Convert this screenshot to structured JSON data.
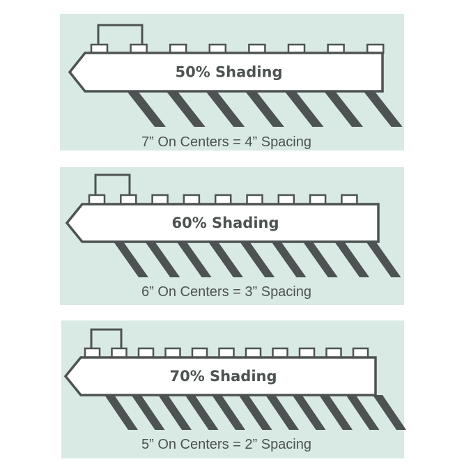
{
  "colors": {
    "page_background": "#ffffff",
    "panel_background": "#d9e9e3",
    "ink": "#4d5252",
    "bar_fill": "#ffffff"
  },
  "panels": [
    {
      "shading_label": "50% Shading",
      "caption": "7” On Centers = 4” Spacing",
      "shading_percent": 50,
      "on_center_inches": 7,
      "spacing_inches": 4,
      "slat_count": 8
    },
    {
      "shading_label": "60% Shading",
      "caption": "6” On Centers = 3” Spacing",
      "shading_percent": 60,
      "on_center_inches": 6,
      "spacing_inches": 3,
      "slat_count": 9
    },
    {
      "shading_label": "70% Shading",
      "caption": "5” On Centers = 2” Spacing",
      "shading_percent": 70,
      "on_center_inches": 5,
      "spacing_inches": 2,
      "slat_count": 11
    }
  ]
}
